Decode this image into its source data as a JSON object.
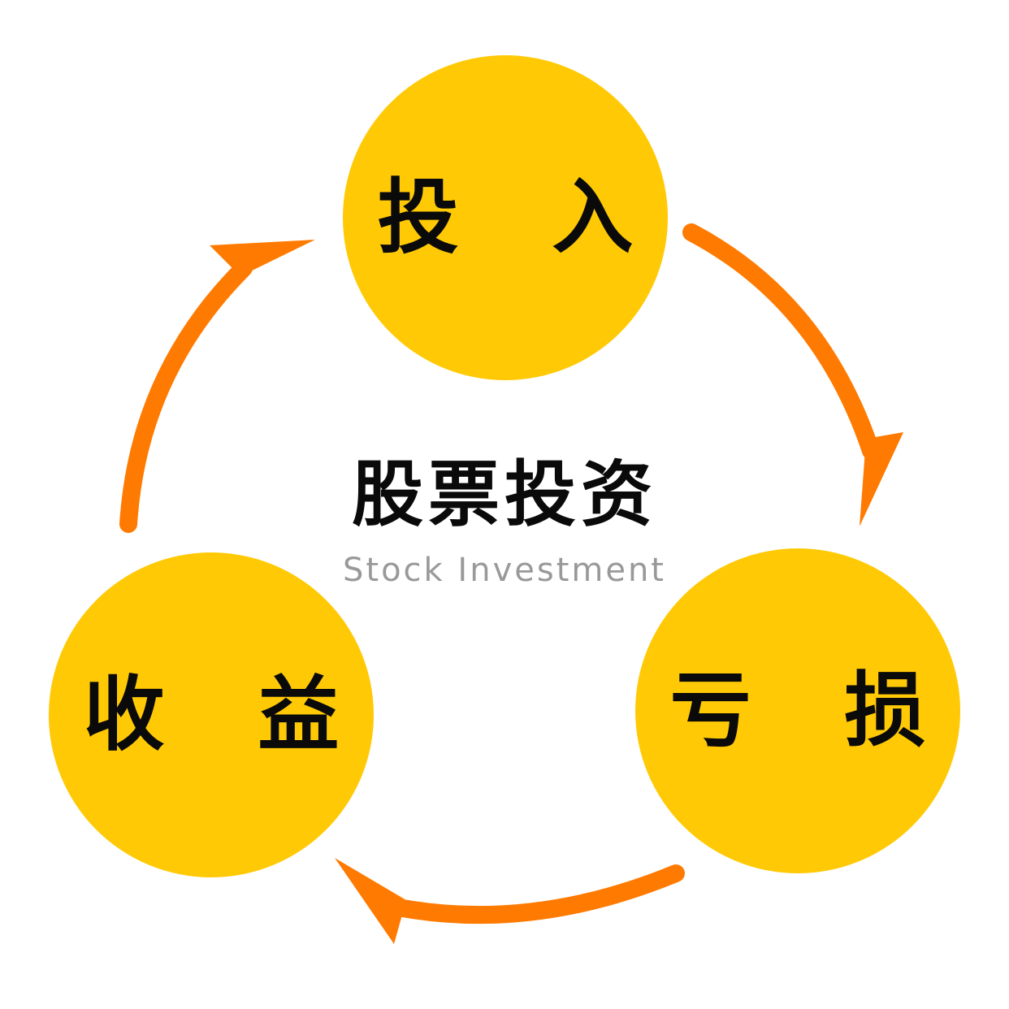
{
  "center": {
    "title": "股票投资",
    "subtitle": "Stock Investment"
  },
  "nodes": {
    "top": {
      "label": "投 入"
    },
    "right": {
      "label": "亏 损"
    },
    "left": {
      "label": "收 益"
    }
  },
  "colors": {
    "node_fill": "#FFC905",
    "arrow": "#FF7A00",
    "text": "#0A0A0A",
    "subtitle": "#999999"
  }
}
